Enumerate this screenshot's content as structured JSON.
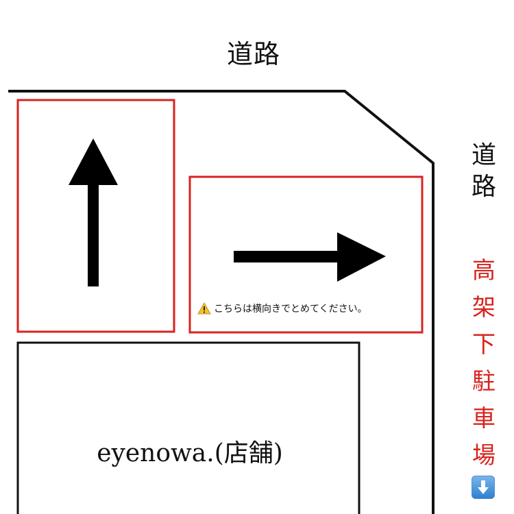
{
  "labels": {
    "road_top": "道路",
    "road_right": [
      "道",
      "路"
    ],
    "parking_under": [
      "高",
      "架",
      "下",
      "駐",
      "車",
      "場"
    ],
    "notice": "こちらは横向きでとめてください。",
    "shop": "eyenowa.(店舗)"
  },
  "icons": {
    "warning": "warning-icon",
    "down": "down-arrow-icon",
    "arrow_up": "arrow-up-icon",
    "arrow_right": "arrow-right-icon"
  },
  "colors": {
    "accent_red": "#d9231e",
    "line": "#111111",
    "bg": "#ffffff",
    "down_icon": "#2b7fd1",
    "warning": "#f2c230"
  }
}
